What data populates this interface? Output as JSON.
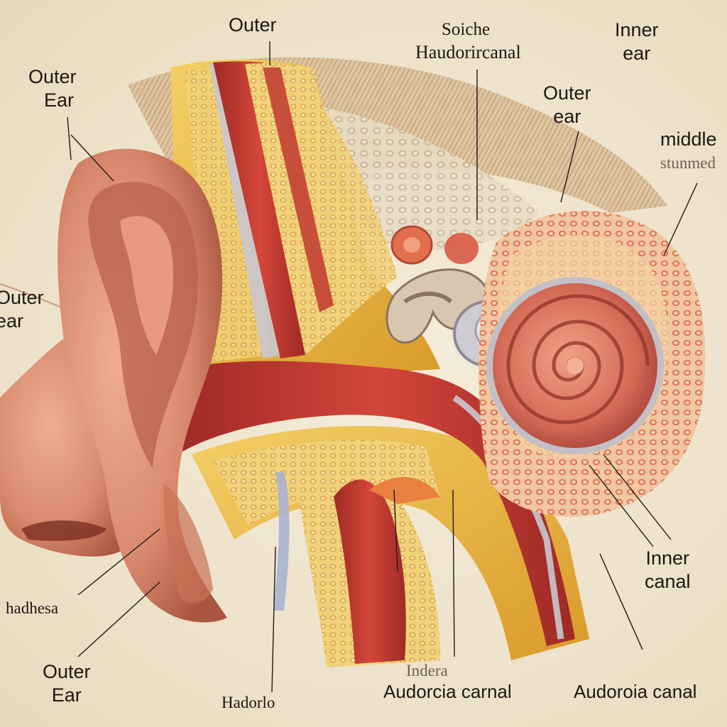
{
  "labels": {
    "outer_top": "Outer",
    "soiche": "Soiche",
    "haudorircanal": "Haudorircanal",
    "inner_ear_l1": "Inner",
    "inner_ear_l2": "ear",
    "outer_ear_tl_l1": "Outer",
    "outer_ear_tl_l2": "Ear",
    "outer_ear_mid_l1": "Outer",
    "outer_ear_mid_l2": "ear",
    "middle_l1": "middle",
    "middle_l2": "stunmed",
    "outer_ear_left_l1": "Outer",
    "outer_ear_left_l2": "ear",
    "hadhesa": "hadhesa",
    "inner_canal_l1": "Inner",
    "inner_canal_l2": "canal",
    "outer_ear_bl_l1": "Outer",
    "outer_ear_bl_l2": "Ear",
    "hadorlo": "Hadorlo",
    "indera": "Indera",
    "audorcia_canal": "Audorcia carnal",
    "audoroia_canal": "Audoroia canal"
  },
  "colors": {
    "skin": "#d98a6e",
    "skin_shadow": "#a9553f",
    "bone_yellow": "#e8b33a",
    "muscle_red": "#c0392f",
    "cochlea": "#d9705a",
    "background": "#efe6d2"
  }
}
